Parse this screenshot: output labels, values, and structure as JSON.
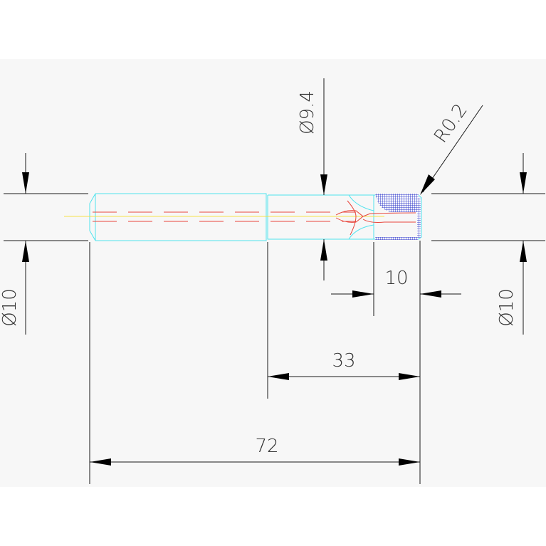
{
  "drawing": {
    "background": "#f7f7f7",
    "colors": {
      "outline": "#4fe3ee",
      "center_line": "#e8463c",
      "axis": "#f4e04a",
      "hatch": "#2b35c8",
      "dimension": "#1a1a1a"
    },
    "dimensions": {
      "left_diameter": "Ø10",
      "tip_diameter": "Ø9.4",
      "radius": "R0.2",
      "right_diameter": "Ø10",
      "tip_length": "10",
      "middle_length": "33",
      "total_length": "72"
    }
  }
}
